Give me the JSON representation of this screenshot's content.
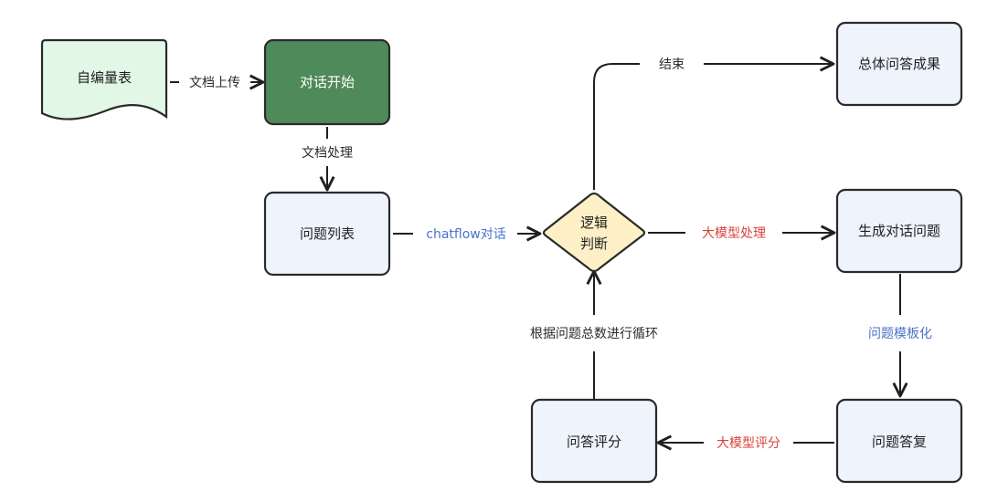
{
  "nodes": {
    "scale": "自编量表",
    "start": "对话开始",
    "list": "问题列表",
    "logic_line1": "逻辑",
    "logic_line2": "判断",
    "overall": "总体问答成果",
    "generate": "生成对话问题",
    "answer": "问题答复",
    "score": "问答评分"
  },
  "edges": {
    "upload": "文档上传",
    "process": "文档处理",
    "chatflow": "chatflow对话",
    "end": "结束",
    "llm_process": "大模型处理",
    "template": "问题模板化",
    "llm_score": "大模型评分",
    "loop": "根据问题总数进行循环"
  },
  "colors": {
    "node_fill": "#eef3fc",
    "node_stroke": "#2a2a2a",
    "start_fill": "#4f8a5a",
    "doc_fill": "#e3f7e6",
    "diamond_fill": "#fdf0c6",
    "label_blue": "#4a73c9",
    "label_red": "#d9423a"
  }
}
